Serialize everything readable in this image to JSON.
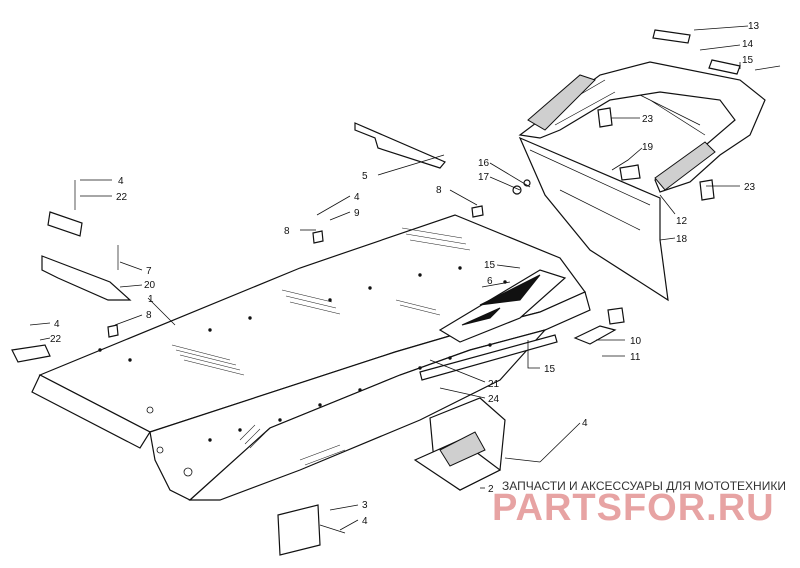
{
  "callouts": [
    {
      "label": "13"
    },
    {
      "label": "14"
    },
    {
      "label": "15"
    },
    {
      "label": "23"
    },
    {
      "label": "19"
    },
    {
      "label": "16"
    },
    {
      "label": "17"
    },
    {
      "label": "23"
    },
    {
      "label": "12"
    },
    {
      "label": "18"
    },
    {
      "label": "5"
    },
    {
      "label": "4"
    },
    {
      "label": "9"
    },
    {
      "label": "8"
    },
    {
      "label": "8"
    },
    {
      "label": "4"
    },
    {
      "label": "22"
    },
    {
      "label": "7"
    },
    {
      "label": "20"
    },
    {
      "label": "1"
    },
    {
      "label": "8"
    },
    {
      "label": "4"
    },
    {
      "label": "22"
    },
    {
      "label": "15"
    },
    {
      "label": "6"
    },
    {
      "label": "10"
    },
    {
      "label": "11"
    },
    {
      "label": "15"
    },
    {
      "label": "21"
    },
    {
      "label": "24"
    },
    {
      "label": "4"
    },
    {
      "label": "2"
    },
    {
      "label": "3"
    },
    {
      "label": "4"
    }
  ],
  "watermark": {
    "tagline": "ЗАПЧАСТИ И АКСЕССУАРЫ ДЛЯ МОТОТЕХНИКИ",
    "brand": "PARTSFOR.RU"
  }
}
